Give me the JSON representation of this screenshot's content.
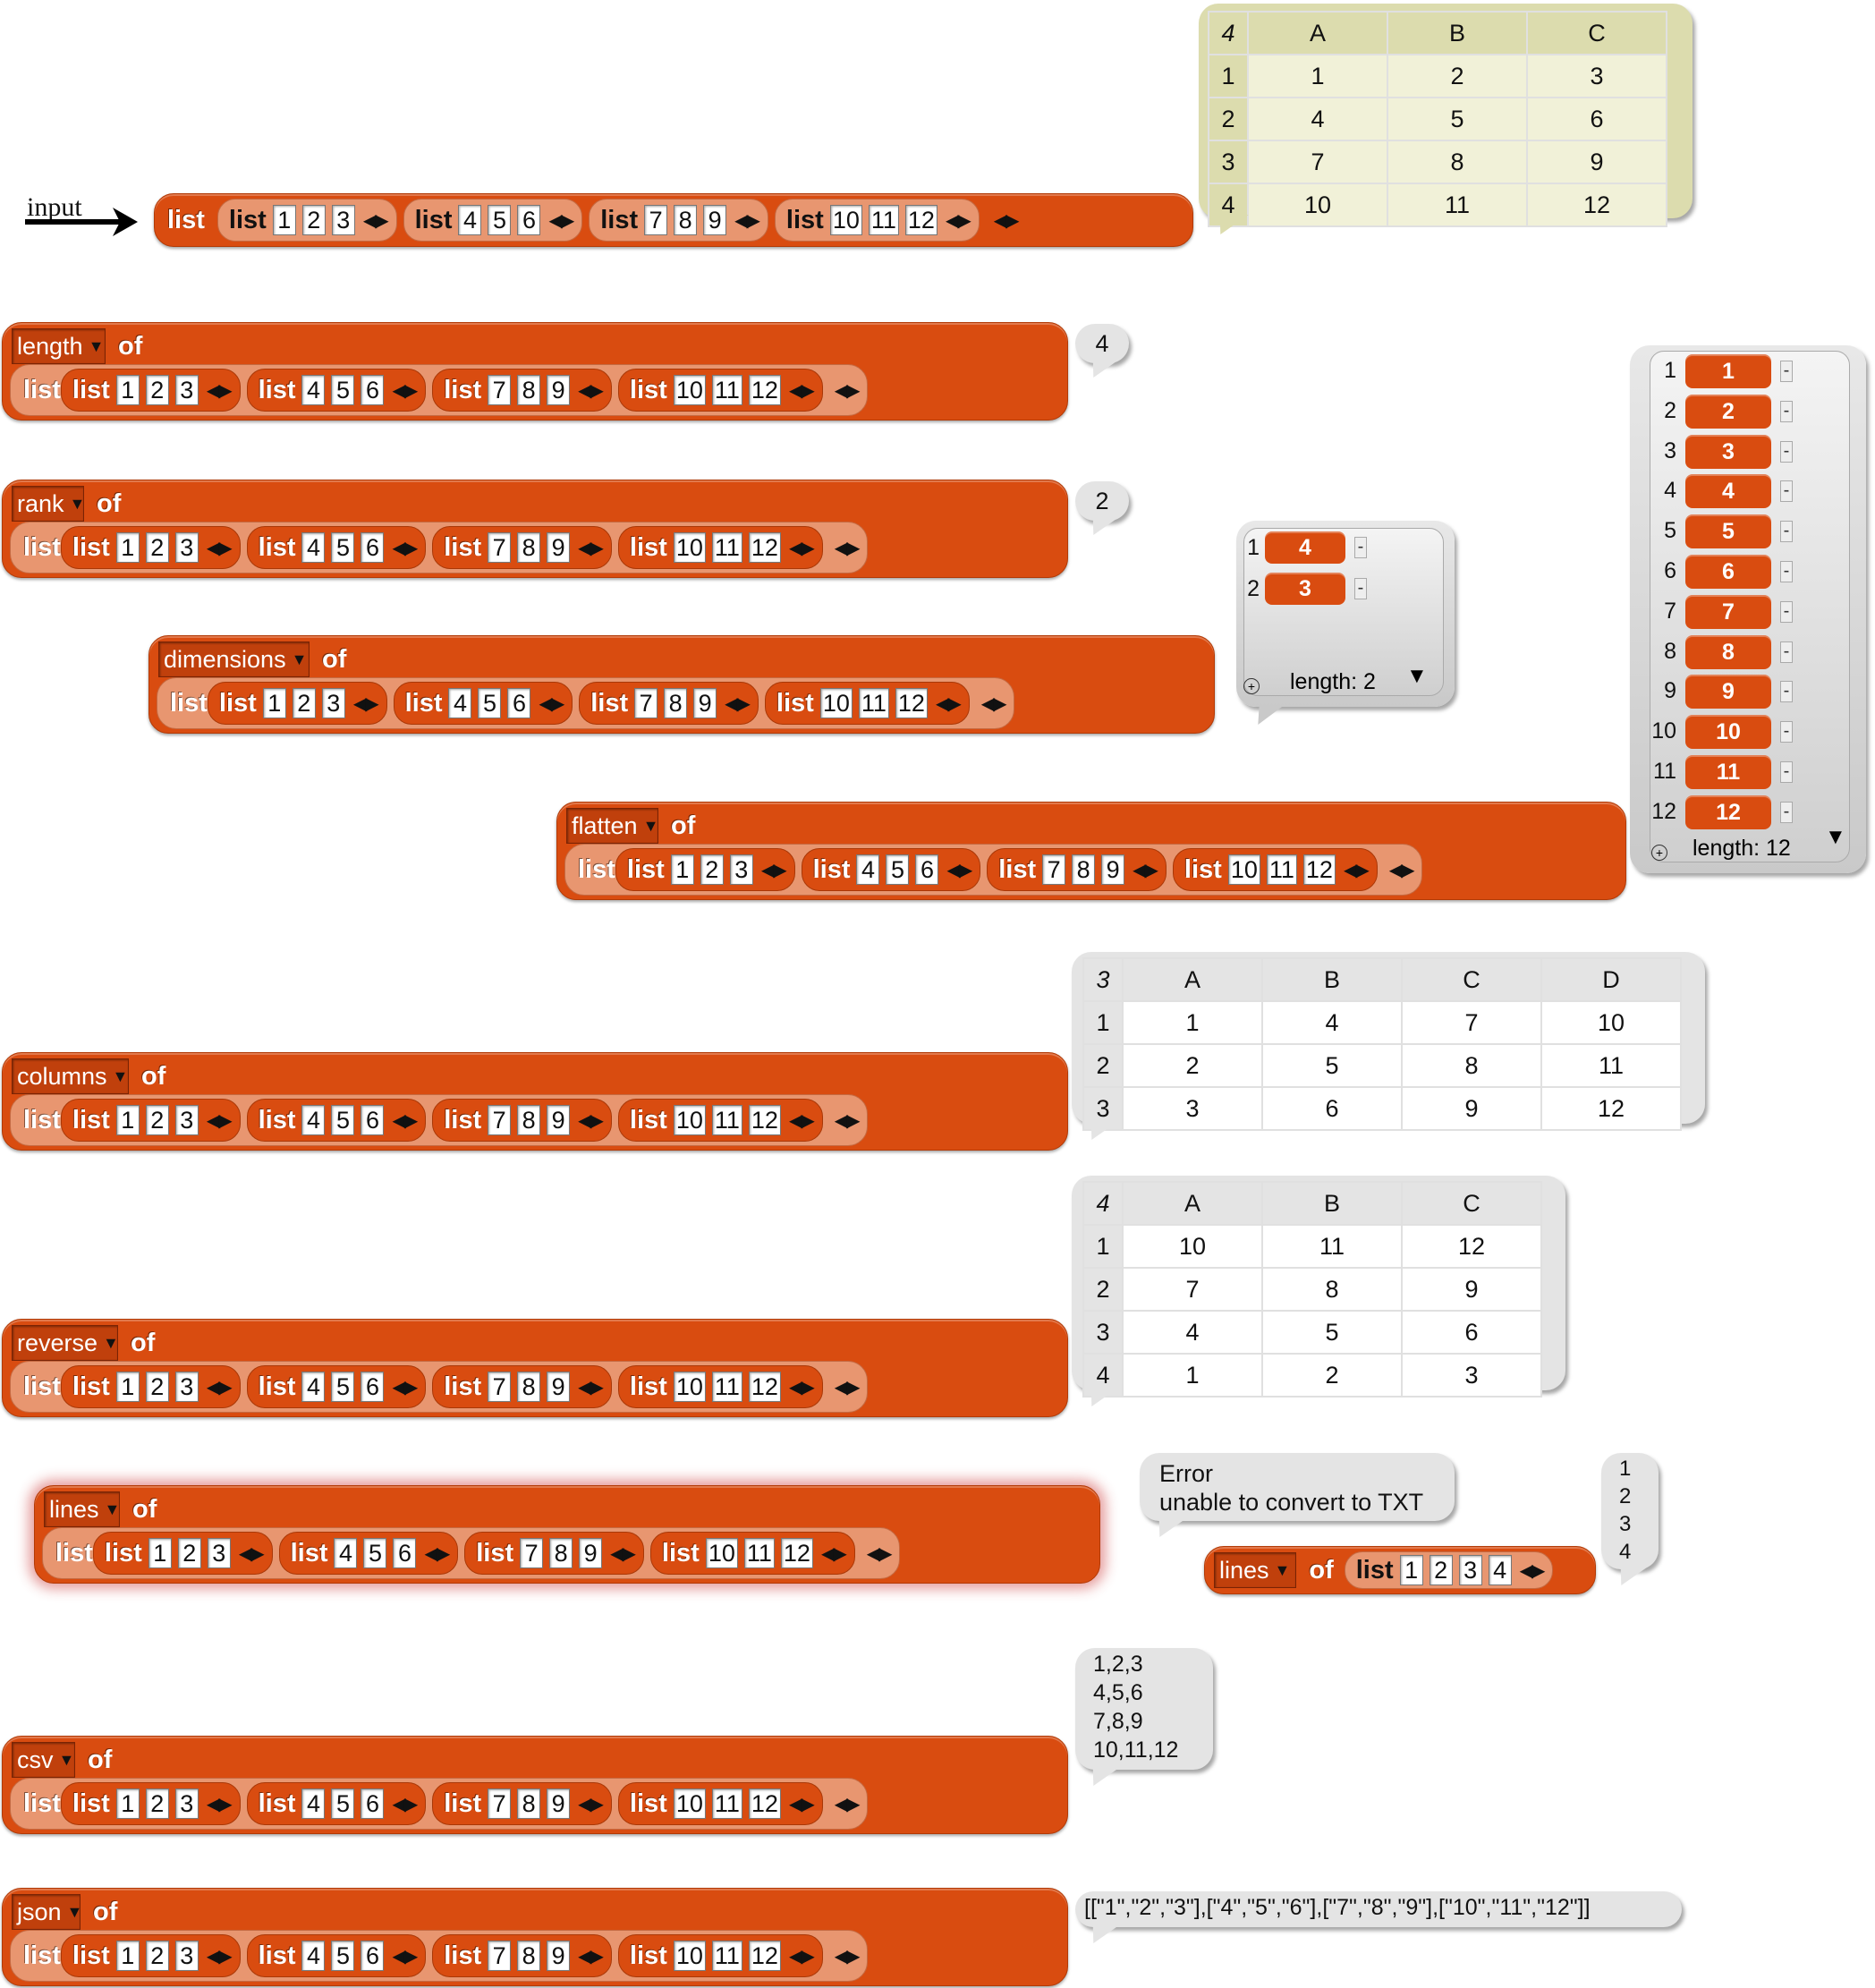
{
  "input_label": "input",
  "list_kw": "list",
  "of_kw": "of",
  "input_lists": [
    [
      "1",
      "2",
      "3"
    ],
    [
      "4",
      "5",
      "6"
    ],
    [
      "7",
      "8",
      "9"
    ],
    [
      "10",
      "11",
      "12"
    ]
  ],
  "blocks": {
    "length": "length",
    "rank": "rank",
    "dimensions": "dimensions",
    "flatten": "flatten",
    "columns": "columns",
    "reverse": "reverse",
    "lines": "lines",
    "lines2": "lines",
    "csv": "csv",
    "json": "json"
  },
  "lines2_values": [
    "1",
    "2",
    "3",
    "4"
  ],
  "results": {
    "input_table": {
      "corner": "4",
      "cols": [
        "A",
        "B",
        "C"
      ],
      "rows": [
        [
          "1",
          "1",
          "2",
          "3"
        ],
        [
          "2",
          "4",
          "5",
          "6"
        ],
        [
          "3",
          "7",
          "8",
          "9"
        ],
        [
          "4",
          "10",
          "11",
          "12"
        ]
      ]
    },
    "length": "4",
    "rank": "2",
    "dimensions": {
      "items": [
        "4",
        "3"
      ],
      "length": "length: 2"
    },
    "flatten": {
      "items": [
        "1",
        "2",
        "3",
        "4",
        "5",
        "6",
        "7",
        "8",
        "9",
        "10",
        "11",
        "12"
      ],
      "length": "length: 12"
    },
    "columns_table": {
      "corner": "3",
      "cols": [
        "A",
        "B",
        "C",
        "D"
      ],
      "rows": [
        [
          "1",
          "1",
          "4",
          "7",
          "10"
        ],
        [
          "2",
          "2",
          "5",
          "8",
          "11"
        ],
        [
          "3",
          "3",
          "6",
          "9",
          "12"
        ]
      ]
    },
    "reverse_table": {
      "corner": "4",
      "cols": [
        "A",
        "B",
        "C"
      ],
      "rows": [
        [
          "1",
          "10",
          "11",
          "12"
        ],
        [
          "2",
          "7",
          "8",
          "9"
        ],
        [
          "3",
          "4",
          "5",
          "6"
        ],
        [
          "4",
          "1",
          "2",
          "3"
        ]
      ]
    },
    "lines_error": [
      "Error",
      "unable to convert to TXT"
    ],
    "lines2": [
      "1",
      "2",
      "3",
      "4"
    ],
    "csv": [
      "1,2,3",
      "4,5,6",
      "7,8,9",
      "10,11,12"
    ],
    "json": "[[\"1\",\"2\",\"3\"],[\"4\",\"5\",\"6\"],[\"7\",\"8\",\"9\"],[\"10\",\"11\",\"12\"]]"
  },
  "colors": {
    "block": "#d94c10",
    "zebra": "#e89670",
    "table_yellow": "#f1f1d8",
    "bubble": "#e4e4e4"
  }
}
